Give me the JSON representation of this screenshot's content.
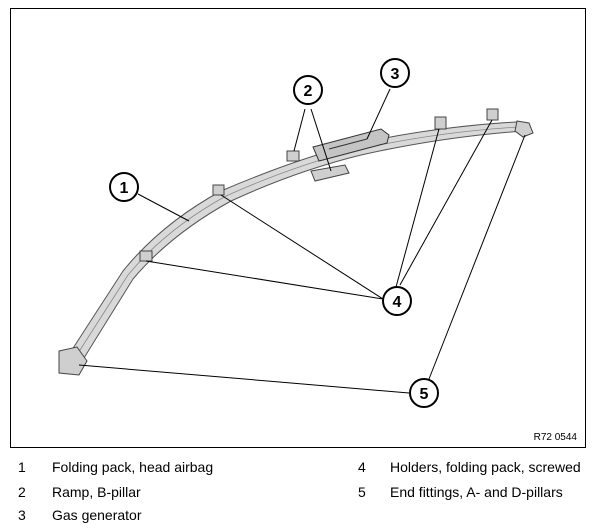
{
  "figure": {
    "reference_code": "R72 0544"
  },
  "callouts": [
    "1",
    "2",
    "3",
    "4",
    "5"
  ],
  "legend": [
    {
      "number": "1",
      "text": "Folding pack, head airbag"
    },
    {
      "number": "2",
      "text": "Ramp, B-pillar"
    },
    {
      "number": "3",
      "text": "Gas generator"
    },
    {
      "number": "4",
      "text": "Holders, folding pack, screwed"
    },
    {
      "number": "5",
      "text": "End fittings, A- and D-pillars"
    }
  ],
  "colors": {
    "airbag_fill": "#d9d9d9",
    "airbag_edge": "#555555",
    "line": "#000000"
  }
}
